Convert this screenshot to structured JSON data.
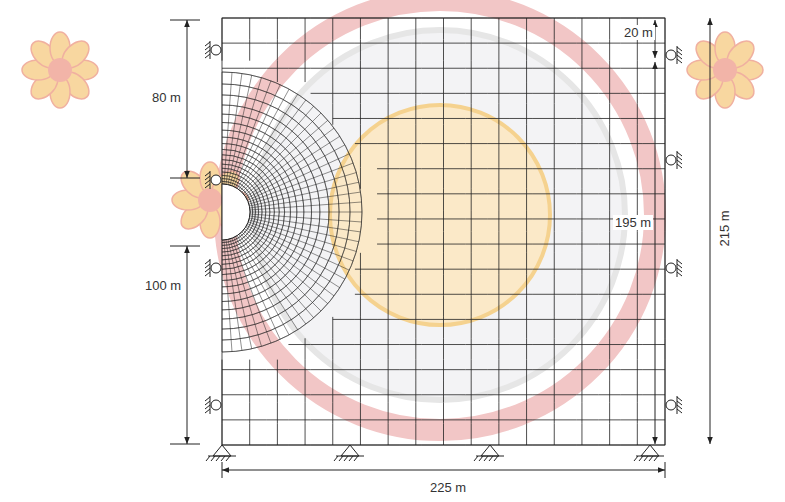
{
  "diagram": {
    "labels": [
      "80 m",
      "100 m",
      "20 m",
      "195 m",
      "215 m",
      "225 m"
    ]
  }
}
